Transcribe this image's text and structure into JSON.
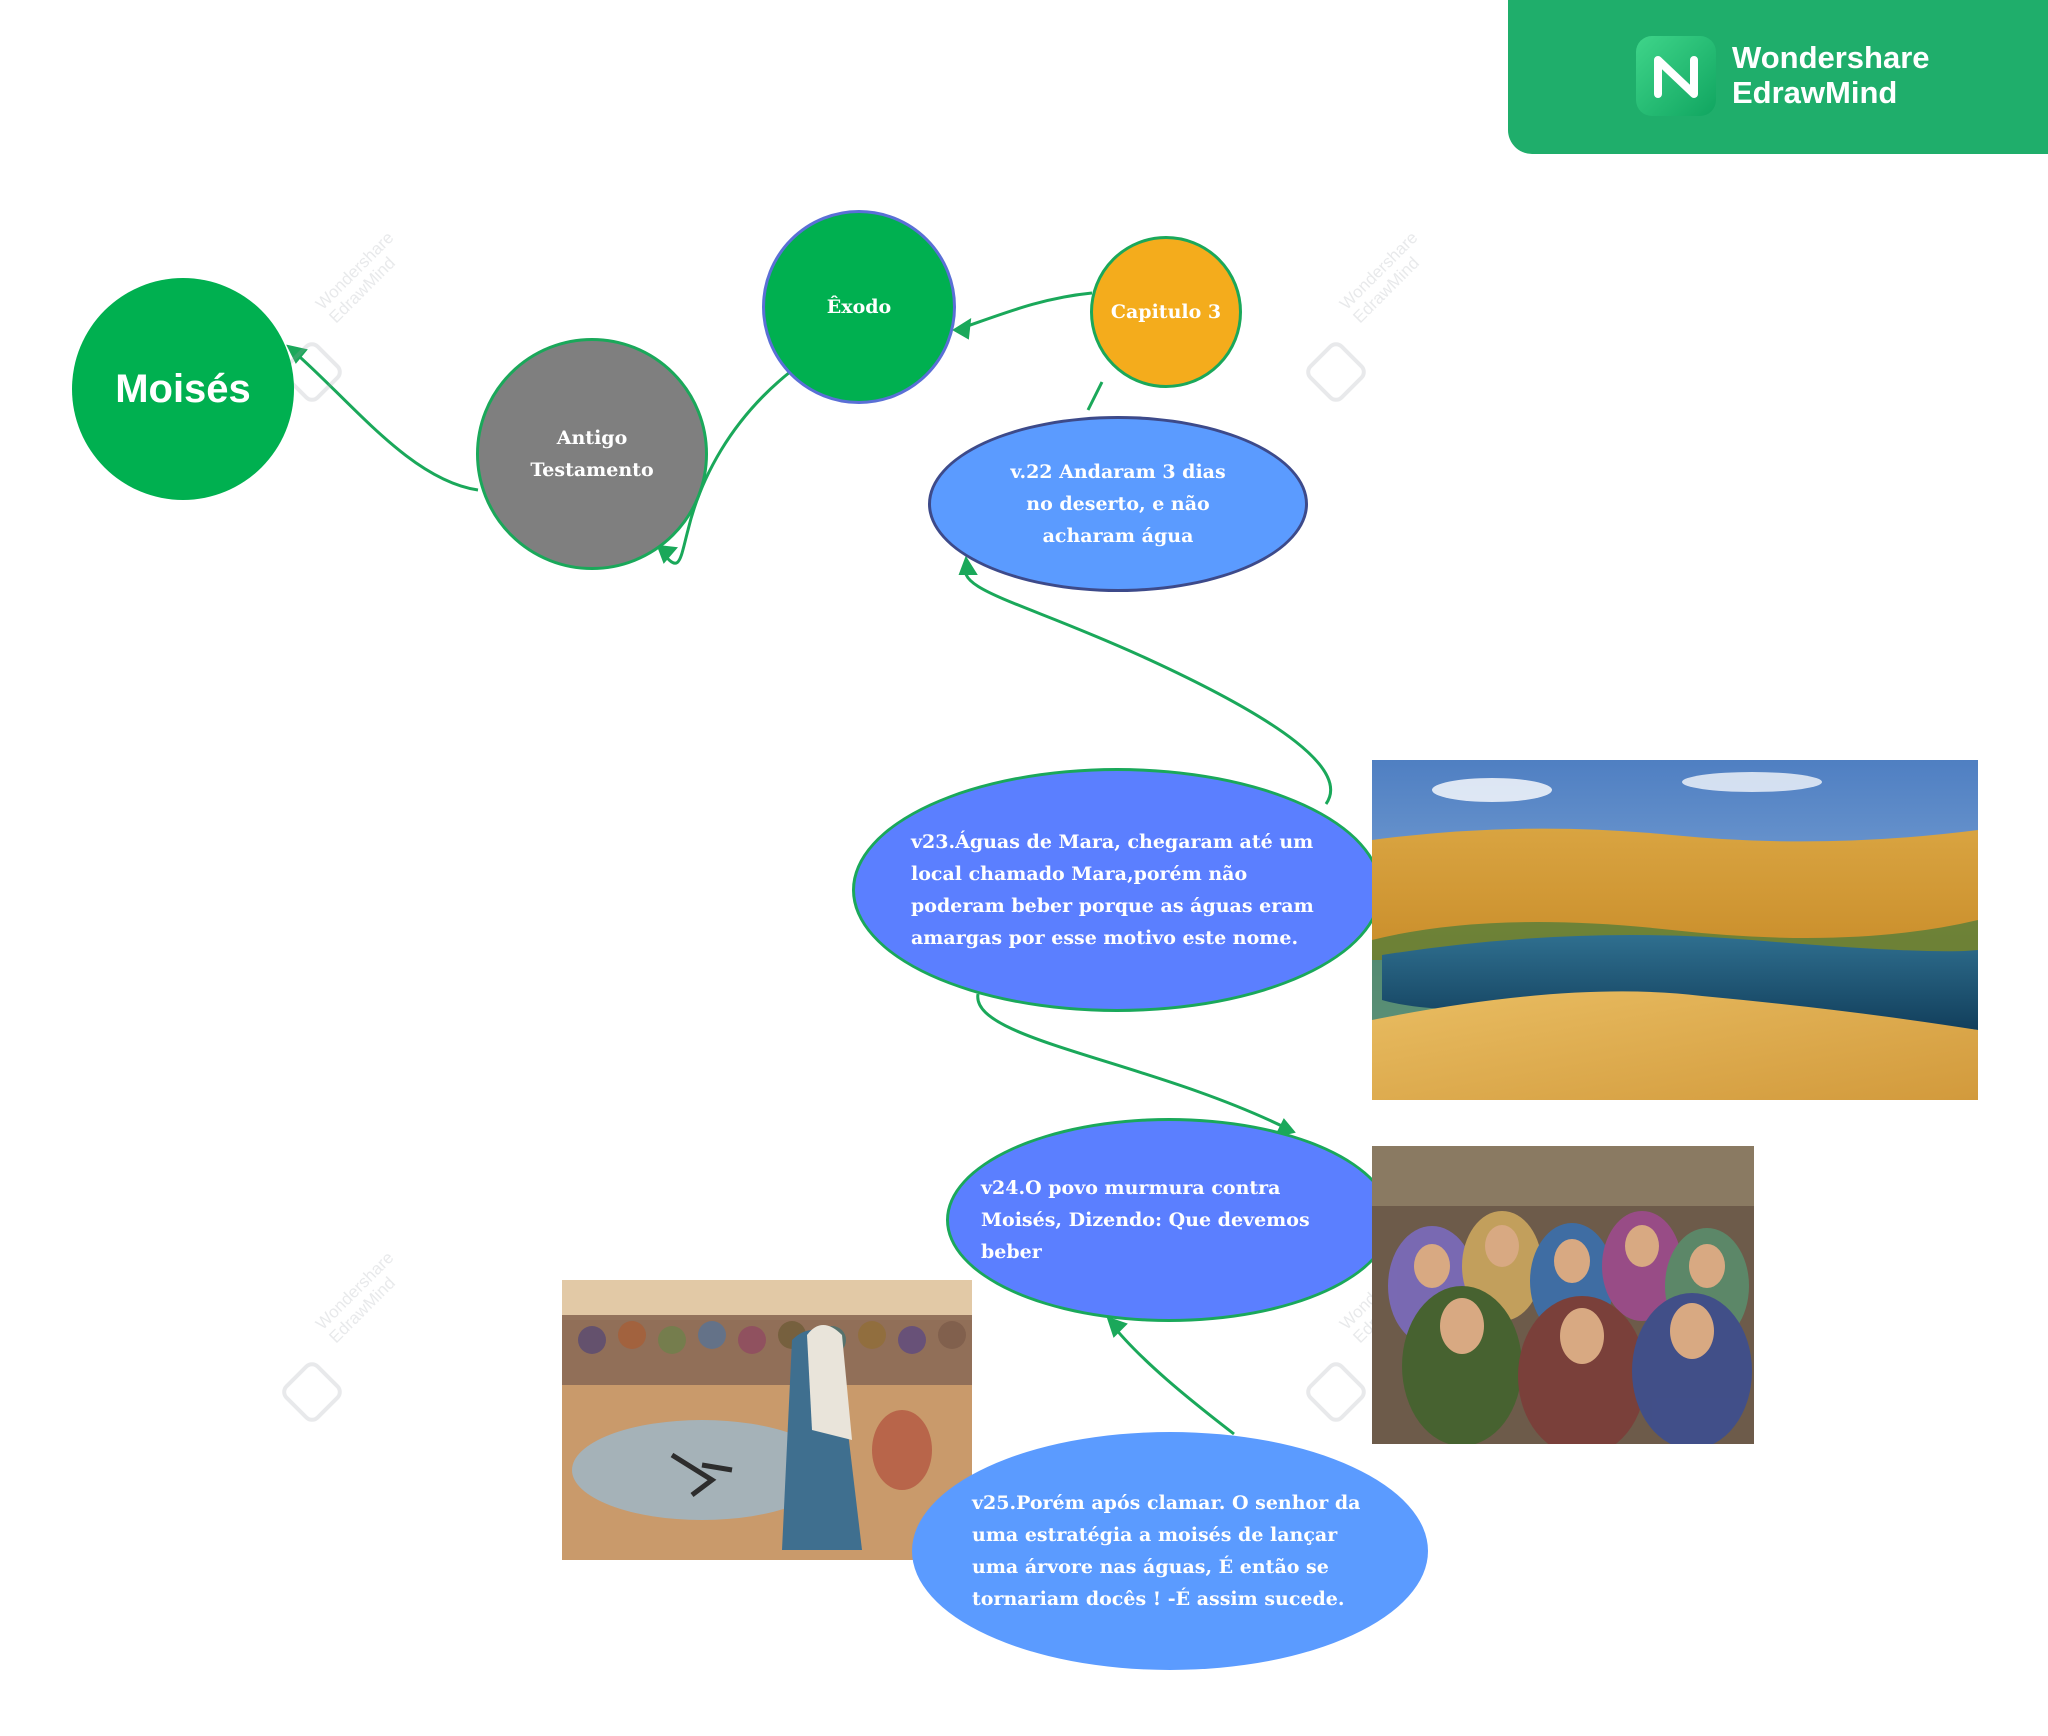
{
  "brand": {
    "line1": "Wondershare",
    "line2": "EdrawMind",
    "color": "#1fae6b"
  },
  "watermark": {
    "line1": "Wondershare",
    "line2": "EdrawMind"
  },
  "nodes": {
    "moises": "Moisés",
    "antigo_testamento": "Antigo Testamento",
    "exodo": "Êxodo",
    "capitulo": "Capitulo 3",
    "v22": "v.22 Andaram 3 dias no deserto, e não acharam água",
    "v23": "v23.Águas de Mara, chegaram até um local chamado Mara,porém não poderam beber porque as águas eram amargas por esse motivo este nome.",
    "v24": "v24.O povo murmura contra Moisés, Dizendo: Que devemos beber",
    "v25": "v25.Porém após clamar. O  senhor da uma estratégia a moisés de lançar uma árvore nas águas, É então se tornariam docês ! -É assim sucede."
  },
  "colors": {
    "green": "#00b050",
    "gray": "#7f7f7f",
    "orange": "#f4ac1c",
    "blue_light": "#5b9bff",
    "blue_dark": "#5b7fff",
    "connector": "#1aa85a"
  },
  "images": [
    "desert-oasis-photo",
    "crowd-painting",
    "moses-waters-painting"
  ]
}
